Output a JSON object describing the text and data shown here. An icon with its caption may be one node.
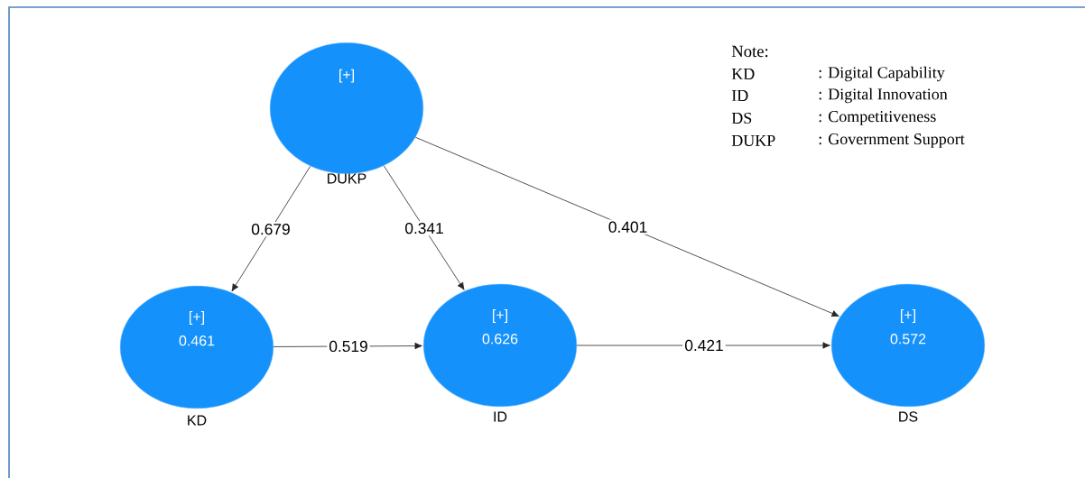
{
  "diagram": {
    "nodes": [
      {
        "text": [
          "[+]"
        ],
        "beside": [
          "DUKP"
        ]
      },
      {
        "text": [
          "[+]",
          "0.461"
        ],
        "beside": [
          "KD"
        ]
      },
      {
        "text": [
          "[+]",
          "0.626"
        ],
        "beside": [
          "ID"
        ]
      },
      {
        "text": [
          "[+]",
          "0.572"
        ],
        "beside": [
          "DS"
        ]
      }
    ],
    "edges": [
      {
        "from": 0,
        "to": 1,
        "arrow": "to",
        "label": "0.679"
      },
      {
        "from": 0,
        "to": 2,
        "arrow": "to",
        "label": "0.341"
      },
      {
        "from": 0,
        "to": 3,
        "arrow": "to",
        "label": "0.401"
      },
      {
        "from": 1,
        "to": 2,
        "arrow": "to",
        "label": "0.519"
      },
      {
        "from": 2,
        "to": 3,
        "arrow": "to",
        "label": "0.421"
      }
    ],
    "labels": [
      "Note:",
      "KD",
      ": Digital Capability",
      "ID",
      ": Digital Innovation",
      "DS",
      ": Competitiveness",
      "DUKP",
      ": Government Support"
    ]
  }
}
